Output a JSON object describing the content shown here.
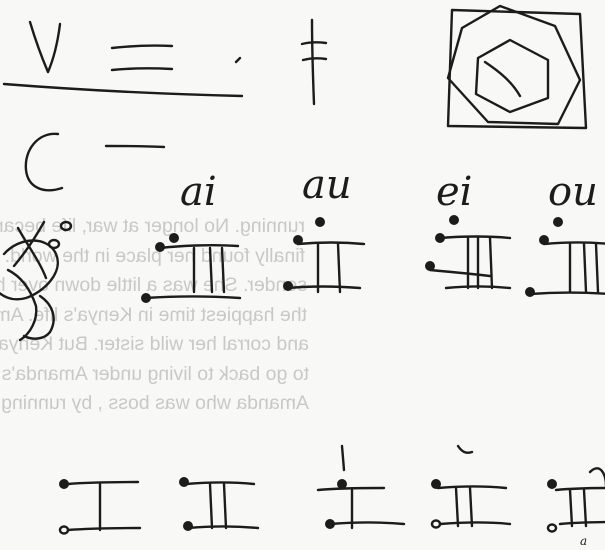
{
  "handwriting": {
    "vowel_labels": [
      "ai",
      "au",
      "ei",
      "ou"
    ],
    "small_label": "a"
  },
  "bleed_through": {
    "lines": [
      "running. No longer at war, life became for",
      "finally found her place in the world. She took o",
      "sender. She was a little down over her and she",
      "the happiest time in Kenya's life. Amanda, not able",
      "and corral her wild sister. But Kenya, having had a t",
      "to go back to living under Amanda's rigid protection",
      "Amanda who was boss , by running off and eloping."
    ]
  }
}
